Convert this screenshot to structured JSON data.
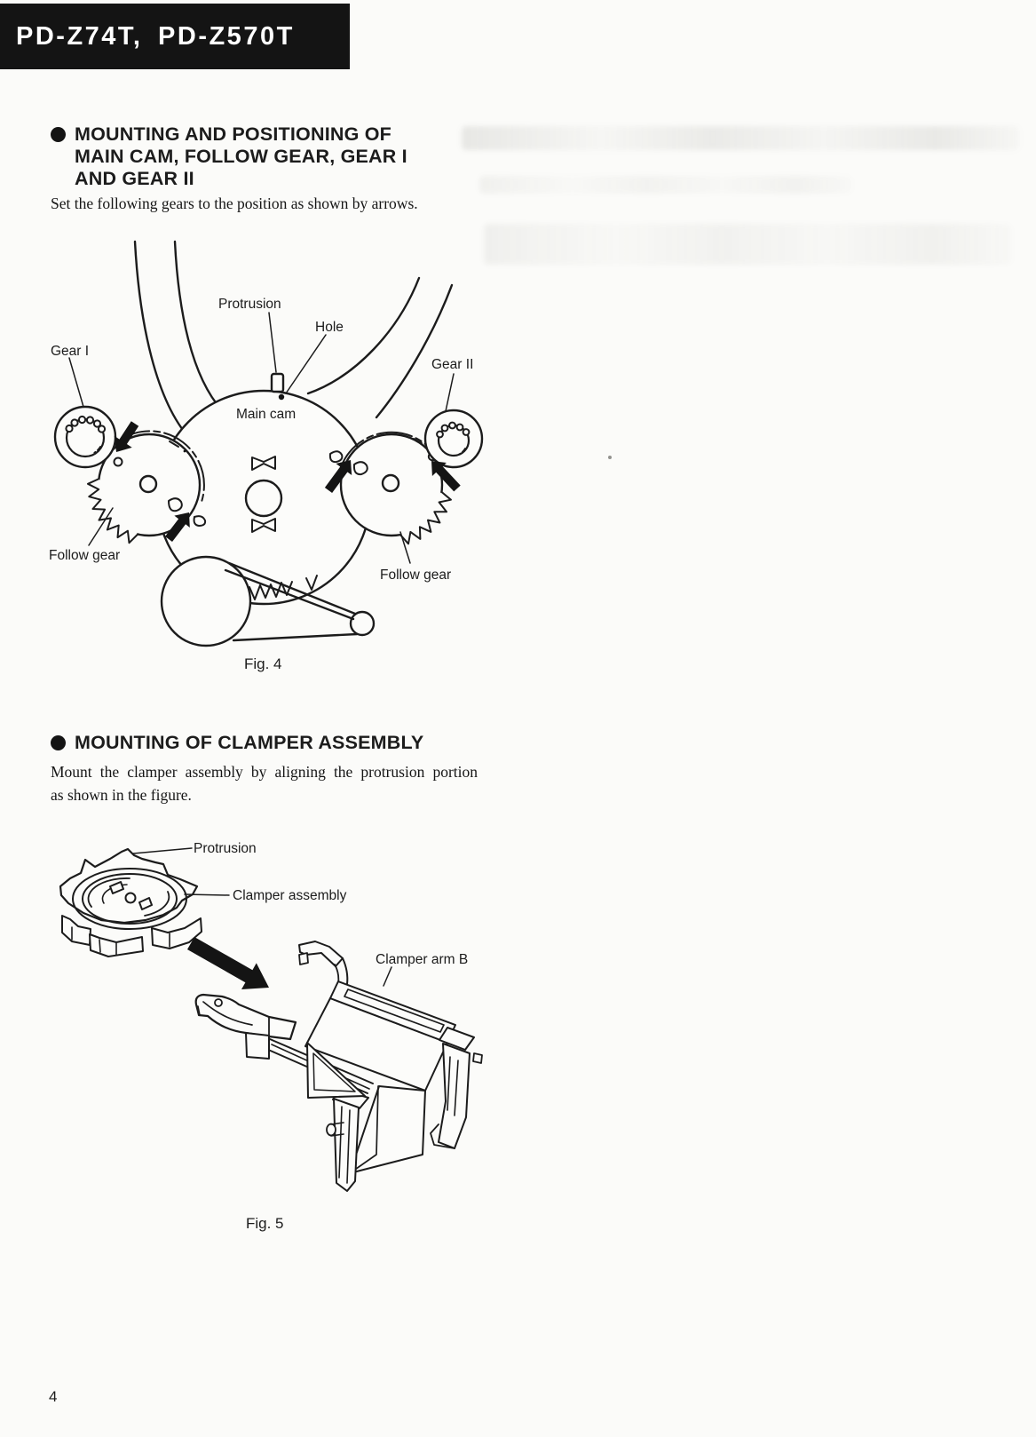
{
  "header": {
    "models": "PD-Z74T, PD-Z570T"
  },
  "section_gears": {
    "heading_lines": [
      "MOUNTING AND POSITIONING OF",
      "MAIN CAM, FOLLOW GEAR, GEAR I",
      "AND GEAR II"
    ],
    "body": "Set the following gears to the position as shown by arrows.",
    "figure_caption": "Fig. 4",
    "labels": {
      "protrusion": "Protrusion",
      "hole": "Hole",
      "gear_1": "Gear I",
      "gear_2": "Gear II",
      "main_cam": "Main cam",
      "follow_gear_left": "Follow gear",
      "follow_gear_right": "Follow gear"
    }
  },
  "section_clamper": {
    "heading": "MOUNTING OF CLAMPER ASSEMBLY",
    "body_lines": [
      "Mount the clamper assembly by aligning the protrusion portion",
      "as shown in the figure."
    ],
    "figure_caption": "Fig. 5",
    "labels": {
      "protrusion": "Protrusion",
      "clamper_assembly": "Clamper assembly",
      "clamper_arm_b": "Clamper arm B"
    }
  },
  "footer": {
    "page_number": "4"
  }
}
